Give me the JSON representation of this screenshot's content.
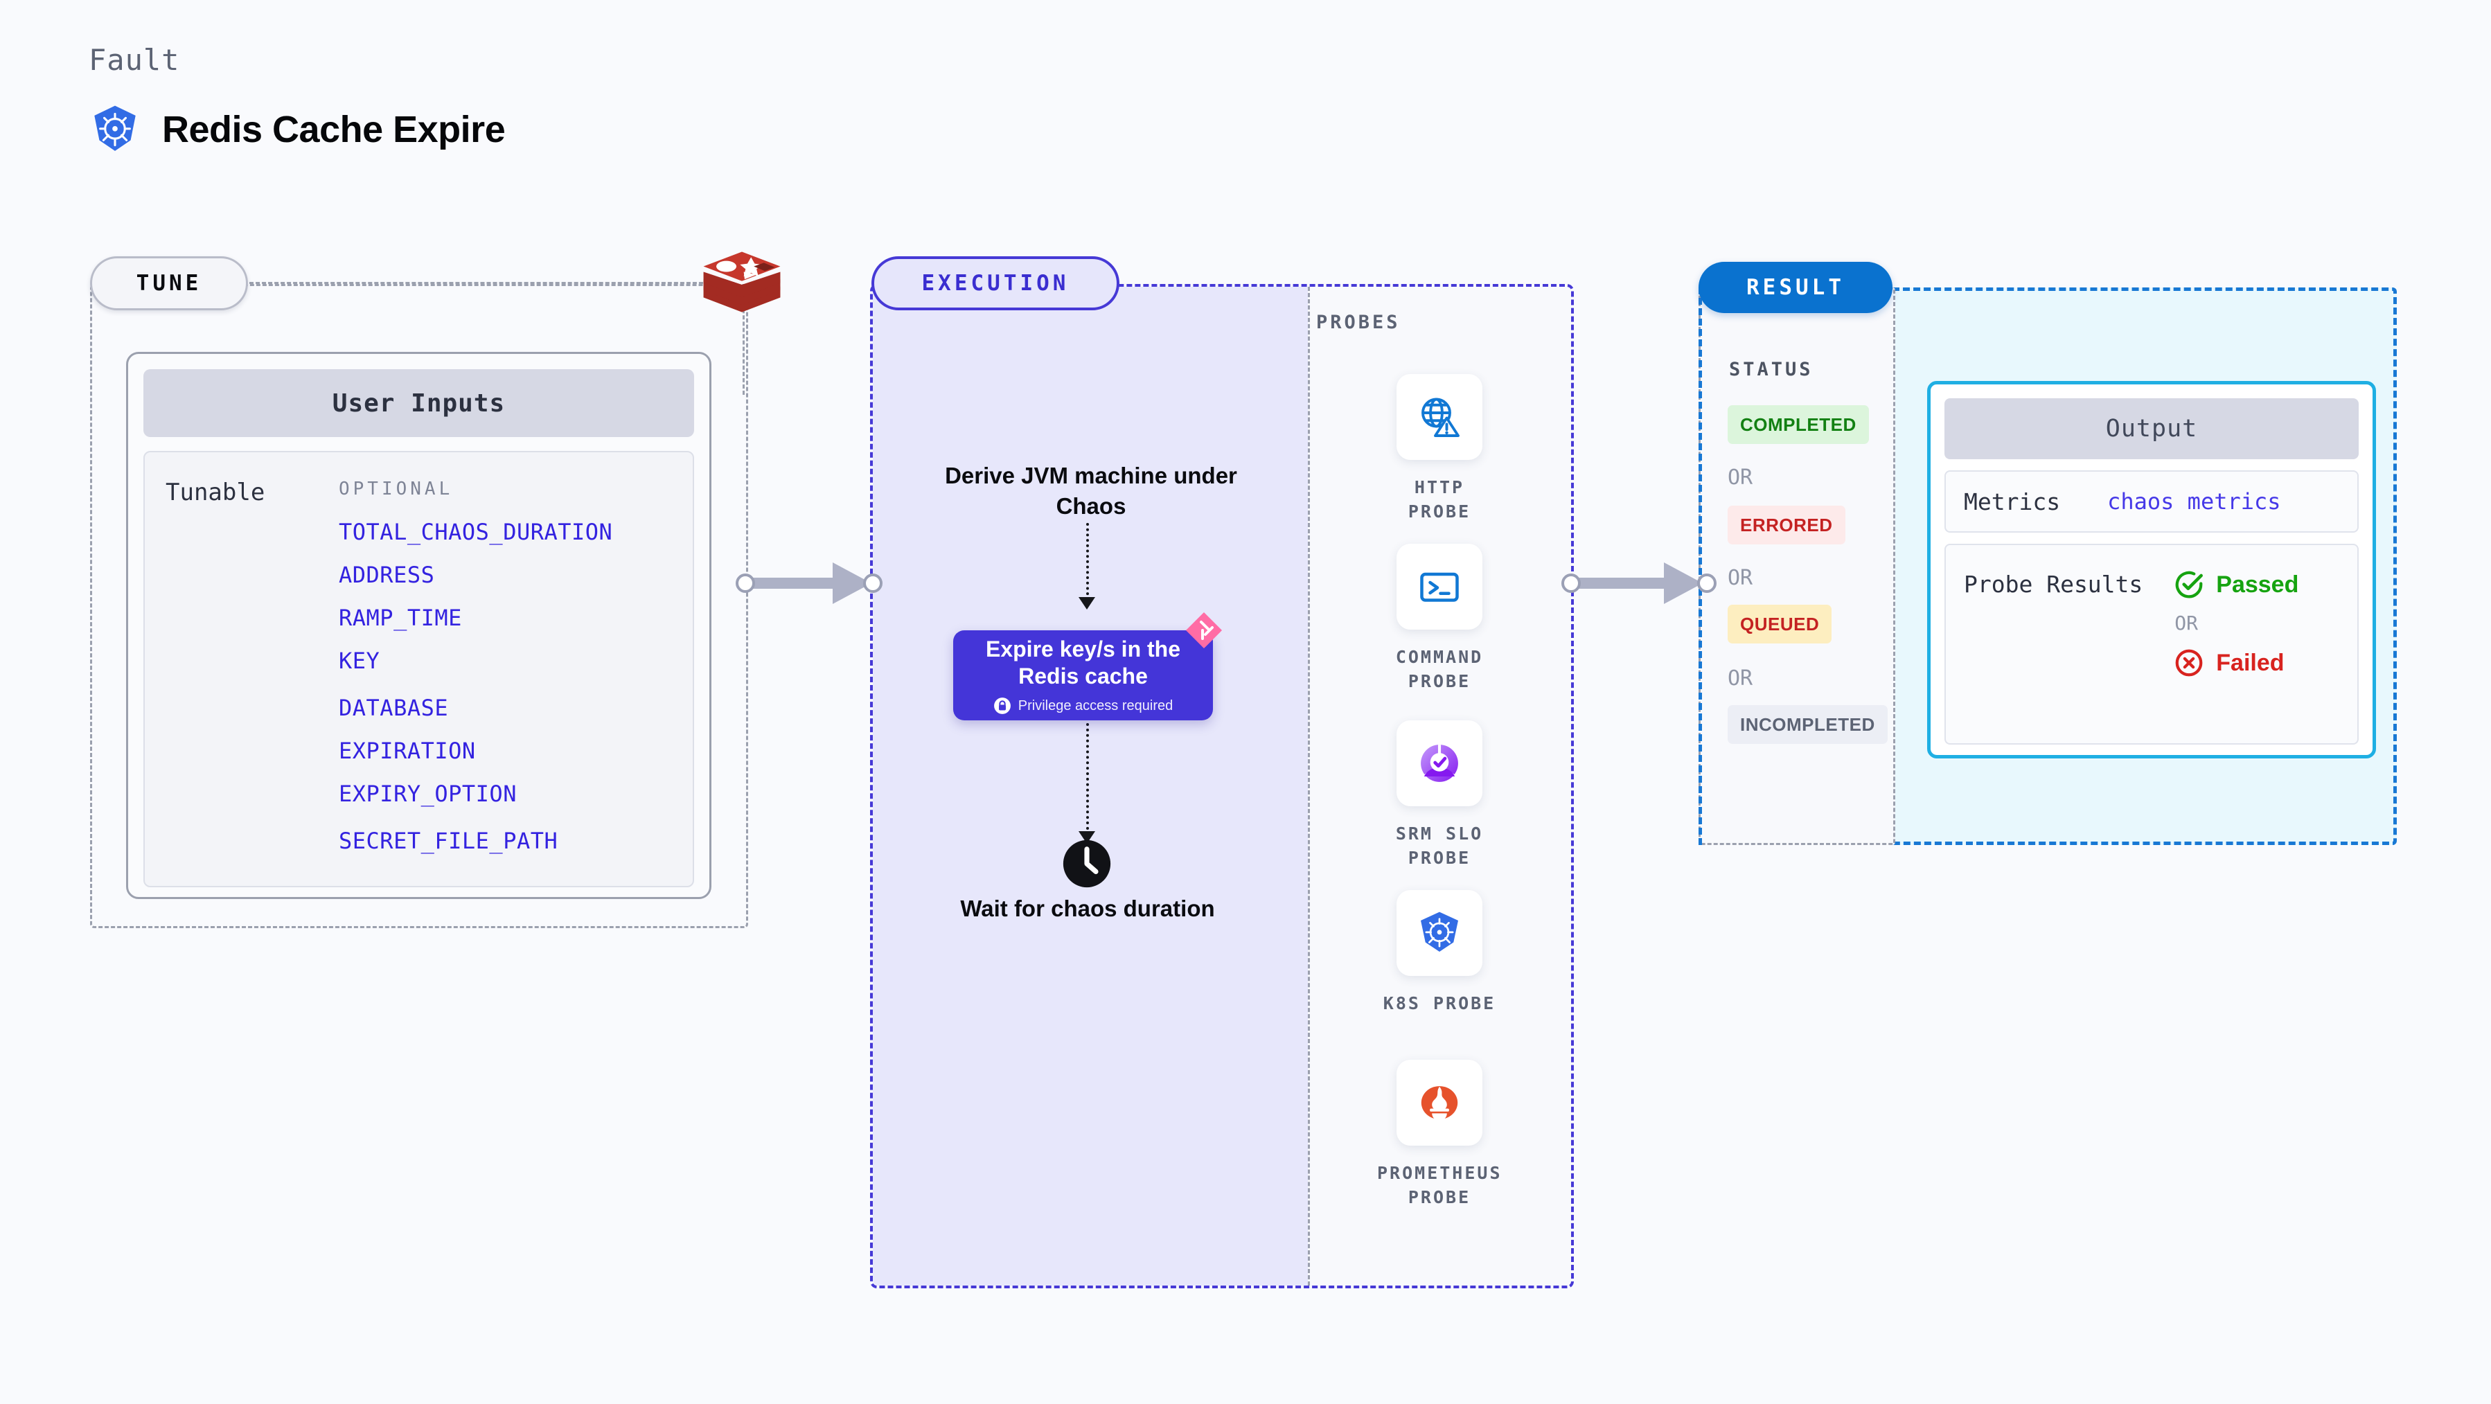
{
  "header": {
    "eyebrow": "Fault",
    "title": "Redis Cache Expire",
    "logo_icon": "kubernetes-logo-icon"
  },
  "tune": {
    "pill_label": "TUNE",
    "source_icon": "redis-logo-icon",
    "card_title": "User Inputs",
    "tunable_label": "Tunable",
    "optional_label": "OPTIONAL",
    "tunables": [
      "TOTAL_CHAOS_DURATION",
      "ADDRESS",
      "RAMP_TIME",
      "KEY",
      "DATABASE",
      "EXPIRATION",
      "EXPIRY_OPTION",
      "SECRET_FILE_PATH"
    ]
  },
  "execution": {
    "pill_label": "EXECUTION",
    "step_1": "Derive JVM machine under Chaos",
    "action_card": {
      "title": "Expire key/s in the Redis cache",
      "privilege_note": "Privilege access required",
      "lock_icon": "lock-icon",
      "corner_badge_icon": "harness-chaos-badge-icon"
    },
    "step_2": "Wait for chaos duration",
    "step_2_icon": "clock-icon"
  },
  "probes": {
    "section_label": "PROBES",
    "items": [
      {
        "label": "HTTP PROBE",
        "icon": "globe-warning-icon"
      },
      {
        "label": "COMMAND PROBE",
        "icon": "terminal-icon"
      },
      {
        "label": "SRM SLO PROBE",
        "icon": "srm-slo-icon"
      },
      {
        "label": "K8S PROBE",
        "icon": "kubernetes-logo-icon"
      },
      {
        "label": "PROMETHEUS PROBE",
        "icon": "prometheus-logo-icon"
      }
    ]
  },
  "result": {
    "pill_label": "RESULT",
    "status_label": "STATUS",
    "or_label": "OR",
    "statuses": [
      {
        "label": "COMPLETED",
        "color": "#128012",
        "bg": "#dcf5dc"
      },
      {
        "label": "ERRORED",
        "color": "#c42222",
        "bg": "#fdeaea"
      },
      {
        "label": "QUEUED",
        "color": "#c42222",
        "bg": "#fdeec0"
      },
      {
        "label": "INCOMPLETED",
        "color": "#5c6374",
        "bg": "#eceef5"
      }
    ],
    "output": {
      "title": "Output",
      "metrics_key": "Metrics",
      "metrics_value": "chaos metrics",
      "probe_results_key": "Probe Results",
      "passed_label": "Passed",
      "failed_label": "Failed",
      "or_label": "OR",
      "passed_icon": "check-circle-icon",
      "failed_icon": "x-circle-icon"
    }
  },
  "colors": {
    "background": "#f9fafd",
    "execution_accent": "#4639d6",
    "result_accent": "#0a72cf",
    "tunable_text": "#3322e0",
    "output_border": "#1fafe3"
  }
}
